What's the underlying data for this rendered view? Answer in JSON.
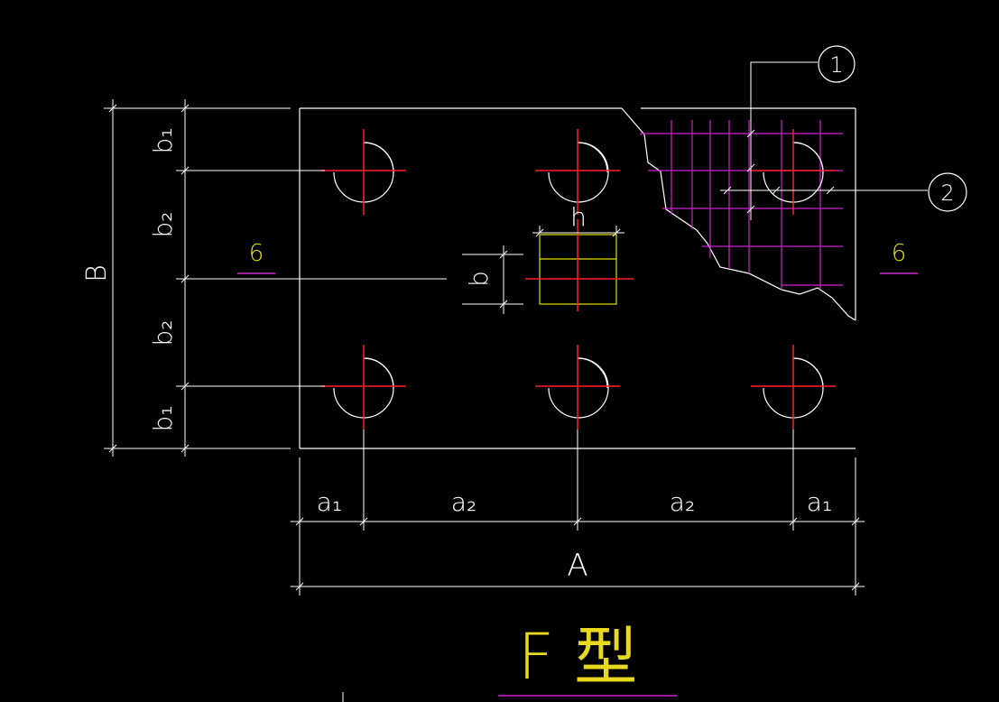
{
  "colors": {
    "background": "#000000",
    "outline": "#ffffff",
    "axis": "#ff2020",
    "rebar": "#d020d0",
    "column": "#e0e000",
    "title": "#e8d820"
  },
  "labels": {
    "dimB": "B",
    "b1_top": "b₁",
    "b2_top": "b₂",
    "b2_bottom": "b₂",
    "b1_bottom": "b₁",
    "a1_left": "a₁",
    "a2_left": "a₂",
    "a2_right": "a₂",
    "a1_right": "a₁",
    "dimA": "A",
    "col_h": "h",
    "col_b": "b",
    "section_left": "6",
    "section_right": "6",
    "callout1": "1",
    "callout2": "2",
    "title": "F  型"
  }
}
